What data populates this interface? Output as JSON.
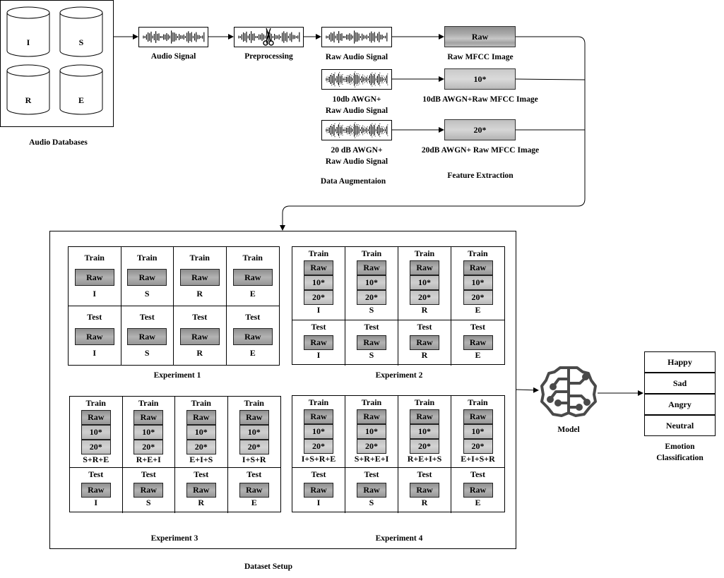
{
  "pipeline": {
    "databases": [
      "I",
      "S",
      "R",
      "E"
    ],
    "databases_label": "Audio Databases",
    "audio_signal": "Audio Signal",
    "preprocessing": "Preprocessing",
    "raw_audio": "Raw Audio Signal",
    "awgn10_line1": "10db AWGN+",
    "awgn10_line2": "Raw Audio Signal",
    "awgn20_line1": "20 dB AWGN+",
    "awgn20_line2": "Raw Audio Signal",
    "data_augmentation": "Data Augmentaion",
    "mfcc_raw_chip": "Raw",
    "mfcc_raw_label": "Raw MFCC Image",
    "mfcc_10_chip": "10*",
    "mfcc_10_label": "10dB AWGN+Raw MFCC Image",
    "mfcc_20_chip": "20*",
    "mfcc_20_label": "20dB AWGN+ Raw MFCC Image",
    "feature_extraction": "Feature Extraction"
  },
  "dataset": {
    "label": "Dataset Setup",
    "train": "Train",
    "test": "Test",
    "raw": "Raw",
    "n10": "10*",
    "n20": "20*",
    "exp1": {
      "title": "Experiment 1",
      "train_sets": [
        "I",
        "S",
        "R",
        "E"
      ],
      "test_sets": [
        "I",
        "S",
        "R",
        "E"
      ]
    },
    "exp2": {
      "title": "Experiment 2",
      "train_sets": [
        "I",
        "S",
        "R",
        "E"
      ],
      "test_sets": [
        "I",
        "S",
        "R",
        "E"
      ]
    },
    "exp3": {
      "title": "Experiment 3",
      "train_sets": [
        "S+R+E",
        "R+E+I",
        "E+I+S",
        "I+S+R"
      ],
      "test_sets": [
        "I",
        "S",
        "R",
        "E"
      ]
    },
    "exp4": {
      "title": "Experiment 4",
      "train_sets": [
        "I+S+R+E",
        "S+R+E+I",
        "R+E+I+S",
        "E+I+S+R"
      ],
      "test_sets": [
        "I",
        "S",
        "R",
        "E"
      ]
    }
  },
  "model": {
    "label": "Model",
    "icon": "brain-circuit-icon"
  },
  "emotions": {
    "items": [
      "Happy",
      "Sad",
      "Angry",
      "Neutral"
    ],
    "label_line1": "Emotion",
    "label_line2": "Classification"
  }
}
